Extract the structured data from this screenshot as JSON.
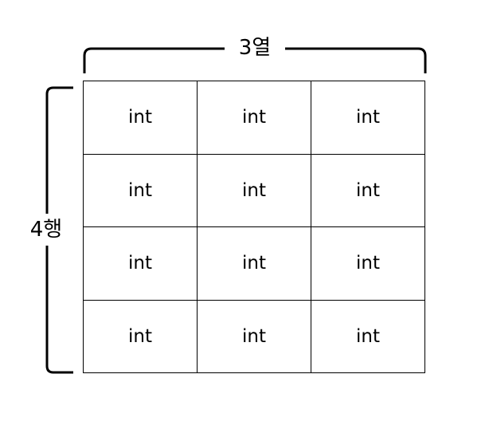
{
  "column_label": "3열",
  "row_label": "4행",
  "grid": {
    "rows": [
      [
        "int",
        "int",
        "int"
      ],
      [
        "int",
        "int",
        "int"
      ],
      [
        "int",
        "int",
        "int"
      ],
      [
        "int",
        "int",
        "int"
      ]
    ]
  },
  "colors": {
    "line": "#000000",
    "background": "#ffffff"
  }
}
